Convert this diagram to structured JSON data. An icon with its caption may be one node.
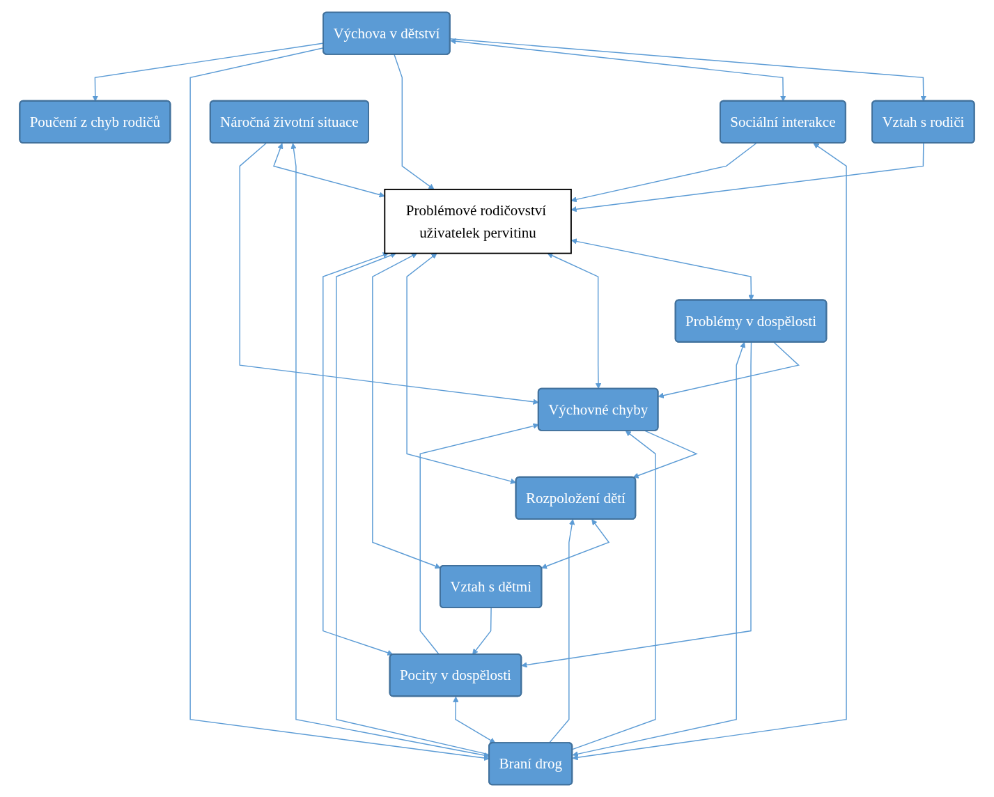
{
  "diagram": {
    "nodes": [
      {
        "text": [
          "Vztah s rodiči"
        ]
      },
      {
        "text": [
          "Výchova v dětství"
        ]
      },
      {
        "text": [
          "Sociální interakce"
        ]
      },
      {
        "text": [
          "Braní drog"
        ]
      },
      {
        "text": [
          "Náročná životní situace"
        ]
      },
      {
        "text": [
          "Poučení z chyb rodičů"
        ]
      },
      {
        "text": [
          "Problémové rodičovství uživatelek pervitinu"
        ]
      },
      {
        "text": [
          "Výchovné chyby"
        ]
      },
      {
        "text": [
          "Problémy v dospělosti"
        ]
      },
      {
        "text": [
          "Rozpoložení dětí"
        ]
      },
      {
        "text": [
          "Pocity v dospělosti"
        ]
      },
      {
        "text": [
          "Vztah s dětmi"
        ]
      }
    ],
    "edges": [
      {
        "from": 1,
        "to": 0,
        "arrow": "to"
      },
      {
        "from": 1,
        "to": 2,
        "arrow": "both"
      },
      {
        "from": 0,
        "to": 6,
        "arrow": "to"
      },
      {
        "from": 1,
        "to": 6,
        "arrow": "to"
      },
      {
        "from": 1,
        "to": 3,
        "arrow": "to"
      },
      {
        "from": 1,
        "to": 5,
        "arrow": "to"
      },
      {
        "from": 2,
        "to": 3,
        "arrow": "both"
      },
      {
        "from": 2,
        "to": 6,
        "arrow": "to"
      },
      {
        "from": 4,
        "to": 3,
        "arrow": "both"
      },
      {
        "from": 3,
        "to": 7,
        "arrow": "to"
      },
      {
        "from": 3,
        "to": 9,
        "arrow": "to"
      },
      {
        "from": 3,
        "to": 6,
        "arrow": "to"
      },
      {
        "from": 3,
        "to": 8,
        "arrow": "both"
      },
      {
        "from": 10,
        "to": 3,
        "arrow": "both"
      },
      {
        "from": 4,
        "to": 6,
        "arrow": "both"
      },
      {
        "from": 4,
        "to": 7,
        "arrow": "to"
      },
      {
        "from": 7,
        "to": 6,
        "arrow": "both"
      },
      {
        "from": 9,
        "to": 6,
        "arrow": "both"
      },
      {
        "from": 6,
        "to": 8,
        "arrow": "both"
      },
      {
        "from": 10,
        "to": 6,
        "arrow": "both"
      },
      {
        "from": 11,
        "to": 6,
        "arrow": "both"
      },
      {
        "from": 8,
        "to": 7,
        "arrow": "to"
      },
      {
        "from": 10,
        "to": 7,
        "arrow": "to"
      },
      {
        "from": 7,
        "to": 9,
        "arrow": "to"
      },
      {
        "from": 9,
        "to": 11,
        "arrow": "both"
      },
      {
        "from": 11,
        "to": 10,
        "arrow": "to"
      },
      {
        "from": 8,
        "to": 10,
        "arrow": "to"
      }
    ]
  }
}
